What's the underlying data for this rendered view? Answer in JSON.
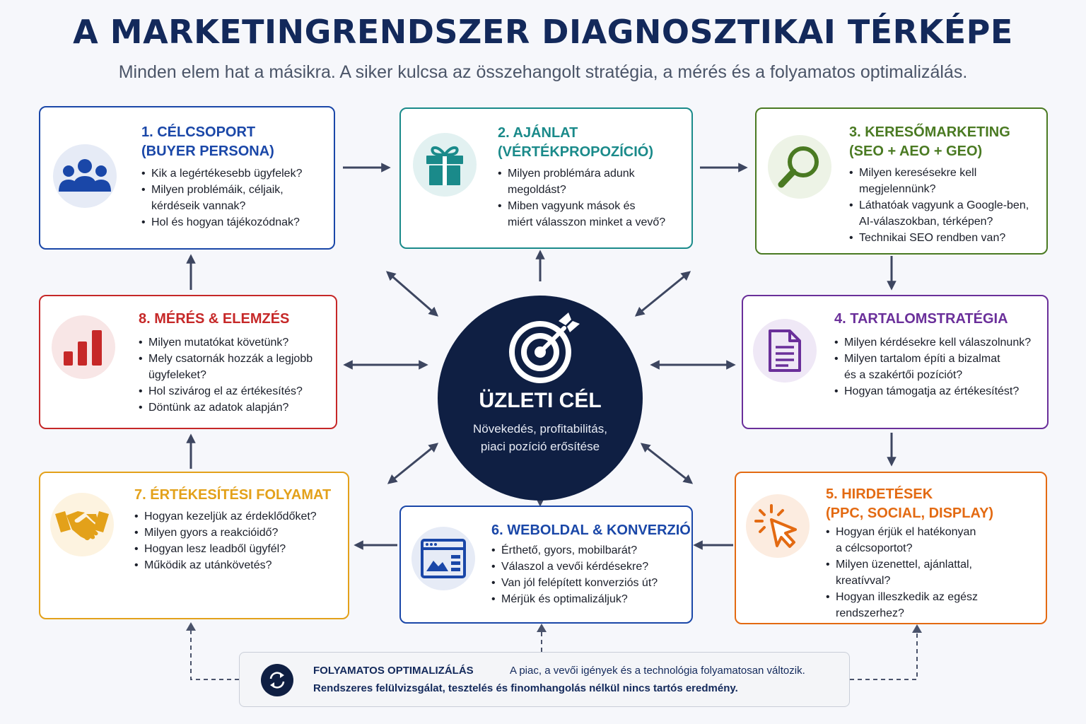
{
  "header": {
    "title": "A MARKETINGRENDSZER DIAGNOSZTIKAI TÉRKÉPE",
    "subtitle": "Minden elem hat a másikra. A siker kulcsa az összehangolt stratégia, a mérés és a folyamatos optimalizálás."
  },
  "center": {
    "title": "ÜZLETI CÉL",
    "line1": "Növekedés, profitabilitás,",
    "line2": "piaci pozíció erősítése",
    "icon": "target-icon",
    "color": "#0f1f43"
  },
  "cards": [
    {
      "title_line1": "1. CÉLCSOPORT",
      "title_line2": "(BUYER PERSONA)",
      "icon": "users-icon",
      "color": "#1a47a8",
      "bullets": [
        "Kik a legértékesebb ügyfelek?",
        "Milyen problémáik, céljaik,",
        "kérdéseik vannak?",
        "Hol és hogyan tájékozódnak?"
      ]
    },
    {
      "title_line1": "2. AJÁNLAT",
      "title_line2": "(VÉRTÉKPROPOZÍCIÓ)",
      "icon": "gift-icon",
      "color": "#1a8a8a",
      "bullets": [
        "Milyen problémára adunk",
        "megoldást?",
        "Miben vagyunk mások és",
        "miért válasszon minket a vevő?"
      ]
    },
    {
      "title_line1": "3. KERESŐMARKETING",
      "title_line2": "(SEO + AEO + GEO)",
      "icon": "magnifier-icon",
      "color": "#4a7a22",
      "bullets": [
        "Milyen keresésekre kell",
        "megjelennünk?",
        "Láthatóak vagyunk a Google-ben,",
        "AI-válaszokban, térképen?",
        "Technikai SEO rendben van?"
      ]
    },
    {
      "title_line1": "4. TARTALOMSTRATÉGIA",
      "title_line2": "",
      "icon": "document-icon",
      "color": "#6a2f9a",
      "bullets": [
        "Milyen kérdésekre kell válaszolnunk?",
        "Milyen tartalom építi a bizalmat",
        "és a szakértői pozíciót?",
        "Hogyan támogatja az értékesítést?"
      ]
    },
    {
      "title_line1": "5. HIRDETÉSEK",
      "title_line2": "(PPC, SOCIAL, DISPLAY)",
      "icon": "cursor-click-icon",
      "color": "#e36a12",
      "bullets": [
        "Hogyan érjük el hatékonyan",
        "a célcsoportot?",
        "Milyen üzenettel, ajánlattal,",
        "kreatívval?",
        "Hogyan illeszkedik az egész",
        "rendszerhez?"
      ]
    },
    {
      "title_line1": "6. WEBOLDAL & KONVERZIÓ",
      "title_line2": "",
      "icon": "browser-window-icon",
      "color": "#1a47a8",
      "bullets": [
        "Érthető, gyors, mobilbarát?",
        "Válaszol a vevői kérdésekre?",
        "Van jól felépített konverziós út?",
        "Mérjük és optimalizáljuk?"
      ]
    },
    {
      "title_line1": "7. ÉRTÉKESÍTÉSI FOLYAMAT",
      "title_line2": "",
      "icon": "handshake-icon",
      "color": "#e3a11a",
      "bullets": [
        "Hogyan kezeljük az érdeklődőket?",
        "Milyen gyors a reakcióidő?",
        "Hogyan lesz leadből ügyfél?",
        "Működik az utánkövetés?"
      ]
    },
    {
      "title_line1": "8. MÉRÉS & ELEMZÉS",
      "title_line2": "",
      "icon": "bar-chart-icon",
      "color": "#c62828",
      "bullets": [
        "Milyen mutatókat követünk?",
        "Mely csatornák hozzák a legjobb",
        "ügyfeleket?",
        "Hol szivárog el az értékesítés?",
        "Döntünk az adatok alapján?"
      ]
    }
  ],
  "footer": {
    "title": "FOLYAMATOS OPTIMALIZÁLÁS",
    "text1": "A piac, a vevői igények és a technológia folyamatosan változik.",
    "text2": "Rendszeres felülvizsgálat, tesztelés és finomhangolás nélkül nincs tartós eredmény.",
    "icon": "refresh-cycle-icon"
  }
}
